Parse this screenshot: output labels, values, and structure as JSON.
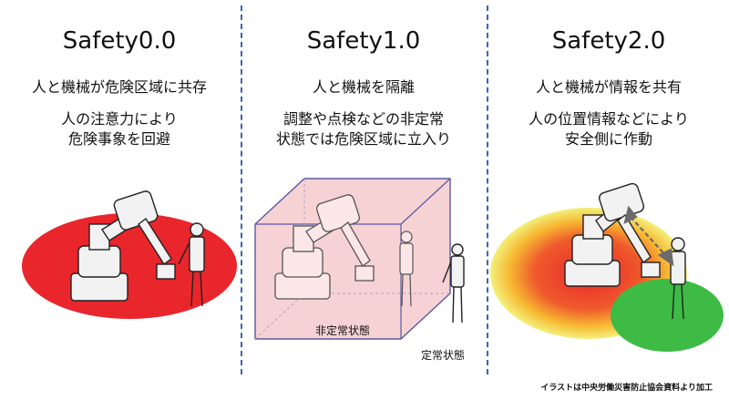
{
  "columns": [
    {
      "title": "Safety0.0",
      "line1": "人と機械が危険区域に共存",
      "line2": [
        "人の注意力により",
        "危険事象を回避"
      ]
    },
    {
      "title": "Safety1.0",
      "line1": "人と機械を隔離",
      "line2": [
        "調整や点検などの非定常",
        "状態では危険区域に立入り"
      ],
      "inner_label": "非定常状態",
      "outer_label": "定常状態"
    },
    {
      "title": "Safety2.0",
      "line1": "人と機械が情報を共有",
      "line2": [
        "人の位置情報などにより",
        "安全側に作動"
      ]
    }
  ],
  "footnote": "イラストは中央労働災害防止協会資料より加工",
  "colors": {
    "divider": "#3b66b0",
    "danger_zone": "#e8262c",
    "enclosure_fill": "#f6d2d4",
    "enclosure_edge": "#5a5aa0",
    "safe_zone": "#3dbb45",
    "warning_gradient": [
      "#e8262c",
      "#f7b731",
      "#f3f07a"
    ]
  }
}
